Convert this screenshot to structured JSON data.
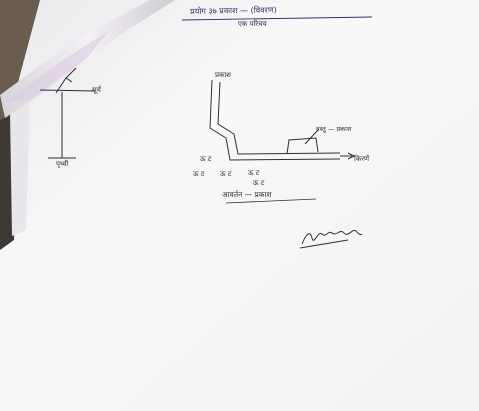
{
  "document": {
    "header_line_1": "प्रयोग ३७ प्रकाश — (विवरण)",
    "header_line_2": "एक परिचय"
  },
  "left_figure": {
    "sun_label": "सूर्य",
    "base_label": "पृथ्वी"
  },
  "diagram": {
    "top_label": "प्रकाश",
    "object_label": "वस्तु — प्रकाश",
    "arrow_label": "किरणें",
    "small_labels": [
      "ऊ ट",
      "ऊ ट",
      "ऊ ट",
      "ऊ ट",
      "ऊ ट"
    ],
    "caption": "आवर्तन — प्रकाश"
  },
  "colors": {
    "paper": "#f7f7f7",
    "ink": "#2e2e3a",
    "header_ink": "#3a2e6b"
  }
}
